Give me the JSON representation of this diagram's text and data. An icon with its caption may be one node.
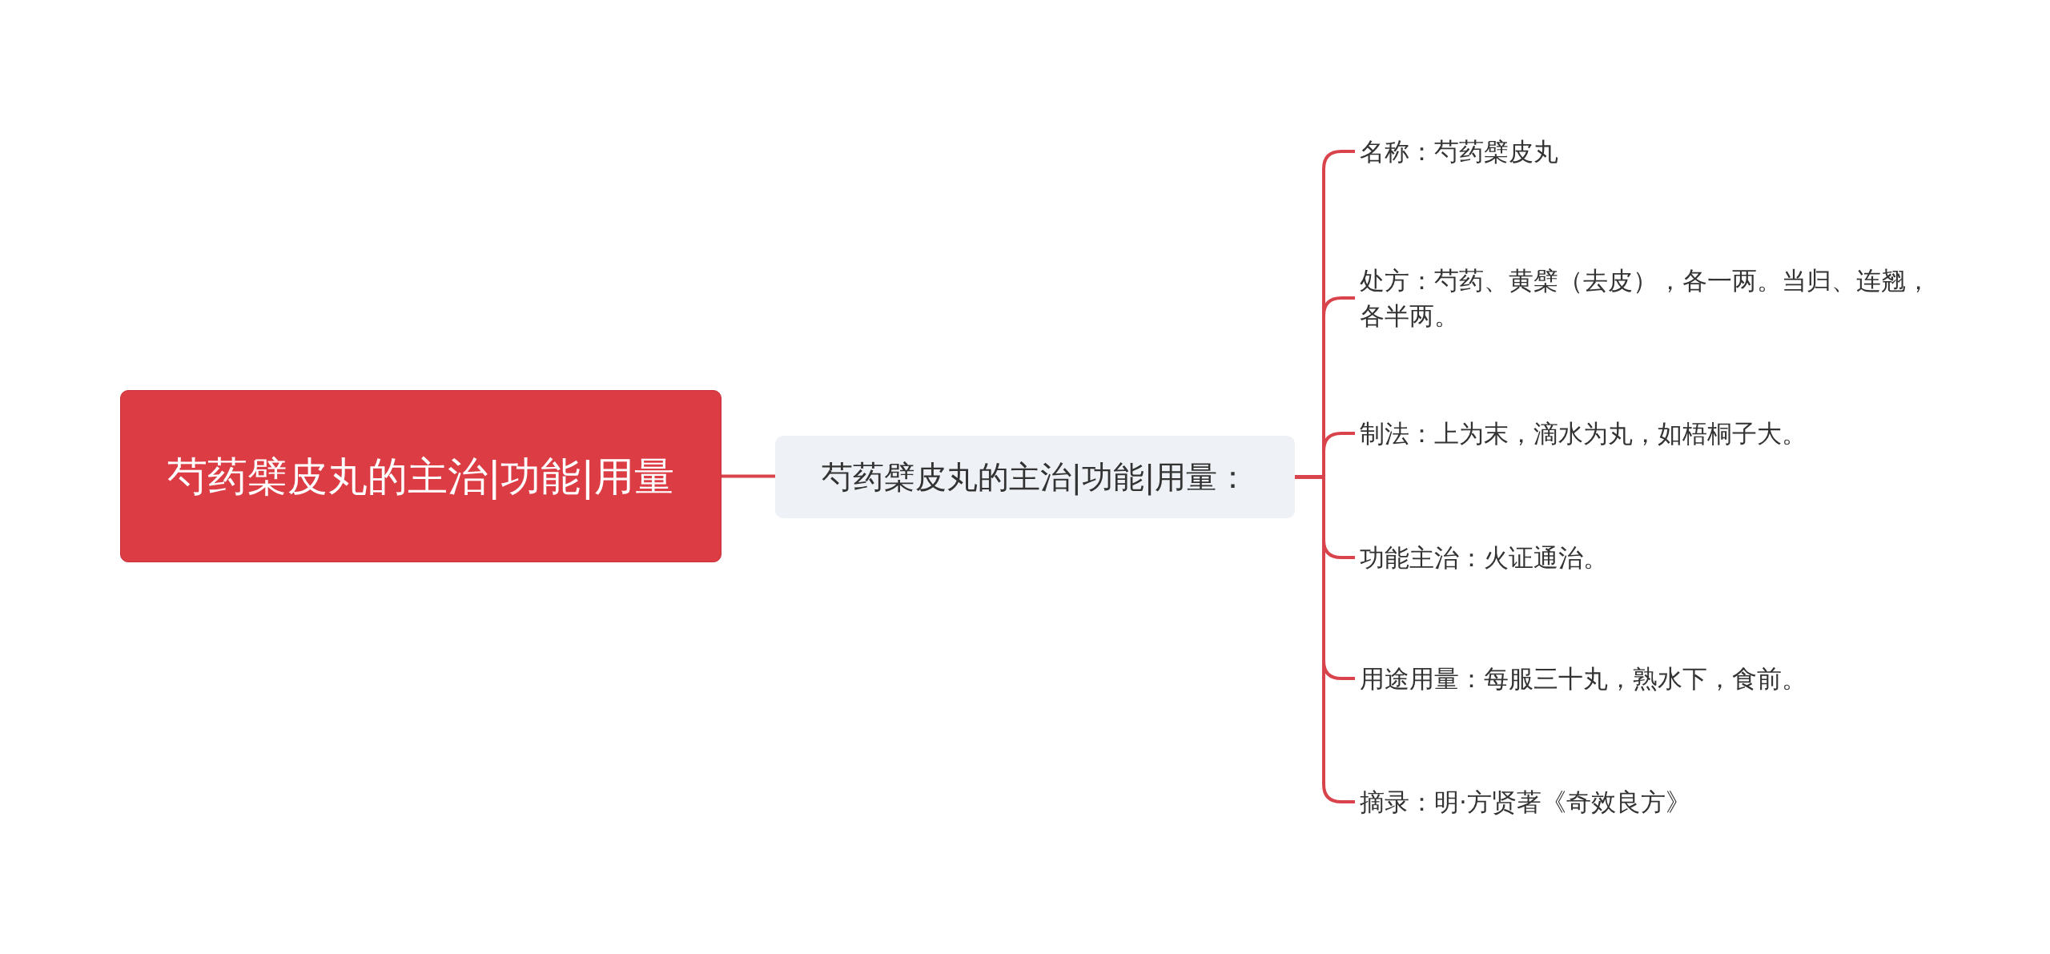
{
  "diagram": {
    "nodes": [
      {
        "text": [
          "芍药檗皮丸的主治|功能|用量"
        ]
      },
      {
        "text": [
          "芍药檗皮丸的主治|功能|用量："
        ]
      },
      {
        "text": [
          "名称：芍药檗皮丸"
        ]
      },
      {
        "text": [
          "处方：芍药、黄檗（去皮），各一两。当归、连翘，各半两。"
        ]
      },
      {
        "text": [
          "制法：上为末，滴水为丸，如梧桐子大。"
        ]
      },
      {
        "text": [
          "功能主治：火证通治。"
        ]
      },
      {
        "text": [
          "用途用量：每服三十丸，熟水下，食前。"
        ]
      },
      {
        "text": [
          "摘录：明·方贤著《奇效良方》"
        ]
      }
    ],
    "edges": [
      {
        "from": 0,
        "to": 1,
        "arrow": "none"
      },
      {
        "from": 1,
        "to": 2,
        "arrow": "none"
      },
      {
        "from": 1,
        "to": 3,
        "arrow": "none"
      },
      {
        "from": 1,
        "to": 4,
        "arrow": "none"
      },
      {
        "from": 1,
        "to": 5,
        "arrow": "none"
      },
      {
        "from": 1,
        "to": 6,
        "arrow": "none"
      },
      {
        "from": 1,
        "to": 7,
        "arrow": "none"
      }
    ]
  }
}
